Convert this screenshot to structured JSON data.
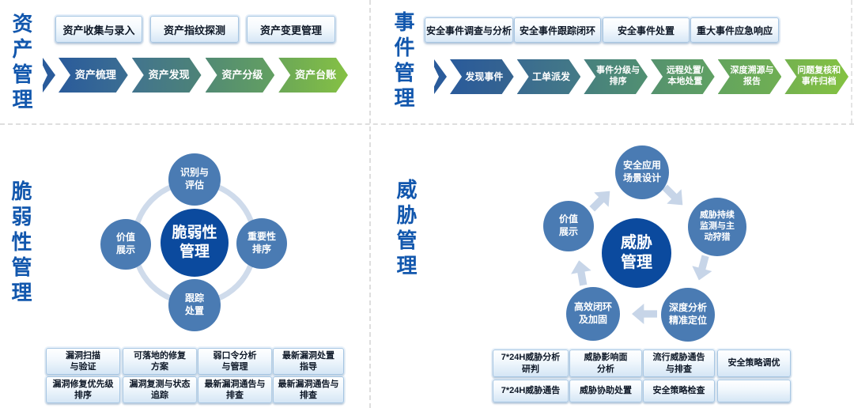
{
  "colors": {
    "title_blue": "#1257ad",
    "center_circle_blue": "#0b4a9e",
    "satellite_circle_blue": "#4a7bb3",
    "ring_light_blue": "#cfdbeb",
    "arrow_light_blue": "#c7d5e8",
    "chevron_start_blue": "#2a5b9b",
    "chevron_end_green": "#84c242",
    "button_border_blue": "#a6c6e3",
    "button_text": "#0d1726"
  },
  "asset": {
    "title": "资产管理",
    "buttons": [
      "资产收集与录入",
      "资产指纹探测",
      "资产变更管理"
    ],
    "steps": [
      "资产梳理",
      "资产发现",
      "资产分级",
      "资产台账"
    ]
  },
  "incident": {
    "title": "事件管理",
    "buttons": [
      "安全事件调查与分析",
      "安全事件跟踪闭环",
      "安全事件处置",
      "重大事件应急响应"
    ],
    "steps": [
      "发现事件",
      "工单派发",
      "事件分级与\n排序",
      "远程处置/\n本地处置",
      "深度溯源与\n报告",
      "问题复核和\n事件归档"
    ]
  },
  "vulnerability": {
    "title": "脆弱性管理",
    "center": "脆弱性\n管理",
    "satellites": {
      "top": "识别与\n评估",
      "right": "重要性\n排序",
      "bottom": "跟踪\n处置",
      "left": "价值\n展示"
    },
    "grid": [
      [
        "漏洞扫描\n与验证",
        "可落地的修复\n方案",
        "弱口令分析\n与管理",
        "最新漏洞处置\n指导"
      ],
      [
        "漏洞修复优先级\n排序",
        "漏洞复测与状态\n追踪",
        "最新漏洞通告与\n排查",
        "最新漏洞通告与\n排查"
      ]
    ]
  },
  "threat": {
    "title": "威胁管理",
    "center": "威胁\n管理",
    "satellites": {
      "top": "安全应用\n场景设计",
      "upper_right": "威胁持续\n监测与主\n动狩猎",
      "lower_right": "深度分析\n精准定位",
      "lower_left": "高效闭环\n及加固",
      "upper_left": "价值\n展示"
    },
    "grid": [
      [
        "7*24H威胁分析\n研判",
        "威胁影响面\n分析",
        "流行威胁通告\n与排查",
        "安全策略调优"
      ],
      [
        "7*24H威胁通告",
        "威胁协助处置",
        "安全策略检查",
        ""
      ]
    ]
  }
}
